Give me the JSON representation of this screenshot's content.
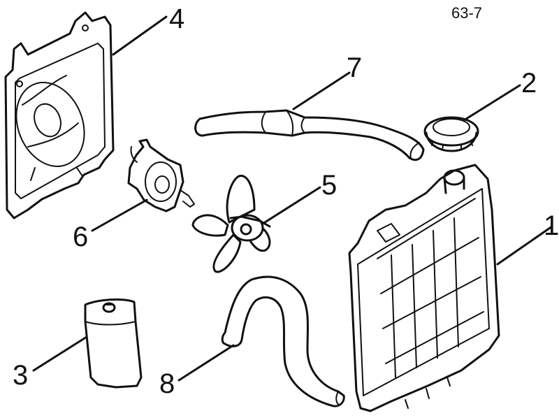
{
  "diagram": {
    "code": "63-7",
    "callouts": [
      {
        "id": "1",
        "text": "1",
        "part": "radiator"
      },
      {
        "id": "2",
        "text": "2",
        "part": "radiator-cap"
      },
      {
        "id": "3",
        "text": "3",
        "part": "reservoir-tank"
      },
      {
        "id": "4",
        "text": "4",
        "part": "fan-shroud"
      },
      {
        "id": "5",
        "text": "5",
        "part": "fan"
      },
      {
        "id": "6",
        "text": "6",
        "part": "fan-motor"
      },
      {
        "id": "7",
        "text": "7",
        "part": "upper-hose"
      },
      {
        "id": "8",
        "text": "8",
        "part": "lower-hose"
      }
    ],
    "line_color": "#111111",
    "background": "#ffffff"
  }
}
